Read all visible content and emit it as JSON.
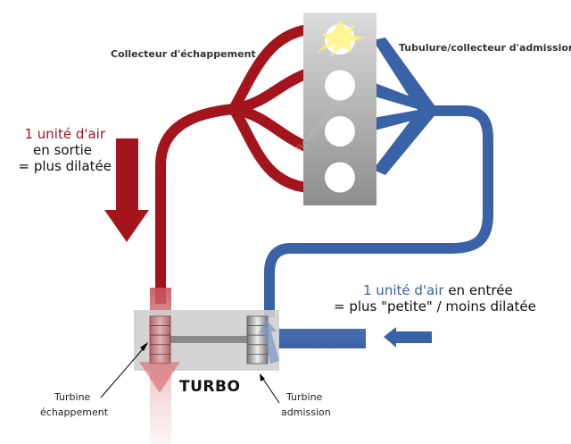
{
  "labels": {
    "exhaust_manifest": "Collecteur d'échappement",
    "intake_manifold": "Tubulure/collecteur d'admission",
    "out_unit": "1 unité d'air",
    "out_line2": "en sortie",
    "out_line3": "= plus dilatée",
    "in_unit": "1 unité d'air",
    "in_rest": " en entrée",
    "in_line2": "= plus \"petite\" / moins dilatée",
    "turbo": "TURBO",
    "turbine_exhaust_l1": "Turbine",
    "turbine_exhaust_l2": "échappement",
    "turbine_intake_l1": "Turbine",
    "turbine_intake_l2": "admission",
    "watermark": "Fiches-auto.fr"
  },
  "colors": {
    "exhaust": "#a3141c",
    "intake": "#3a62a6",
    "engine_block_top": "#d9d9d9",
    "engine_block_bottom": "#8f8f8f",
    "turbo_housing": "#d4d4d4",
    "spark": "#fff59a"
  },
  "engine": {
    "cylinders": 4,
    "firing_cylinder": 1
  }
}
